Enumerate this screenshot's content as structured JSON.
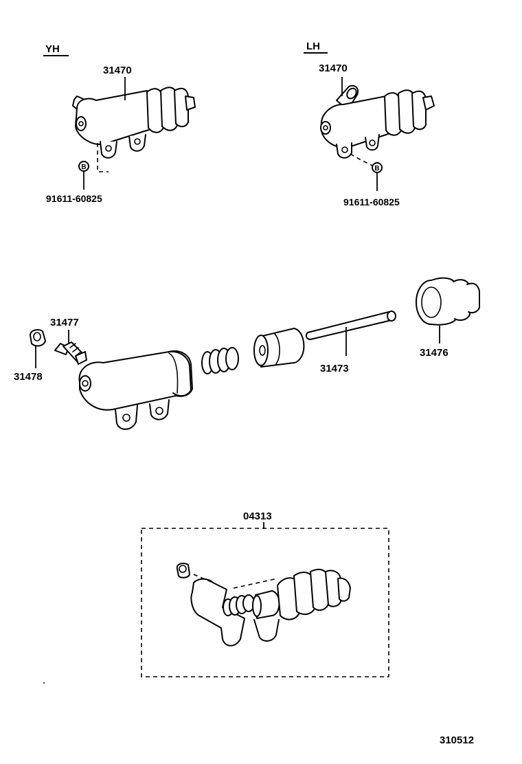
{
  "variants": {
    "left_label": "YH",
    "right_label": "LH"
  },
  "callouts": {
    "cylinder_yh": "31470",
    "cylinder_lh": "31470",
    "bolt_yh": "91611-60825",
    "bolt_lh": "91611-60825",
    "bolt_marker_yh": "B",
    "bolt_marker_lh": "B",
    "bleeder_plug": "31477",
    "bleeder_cap": "31478",
    "push_rod": "31473",
    "boot": "31476",
    "repair_kit": "04313"
  },
  "figure_number": "310512"
}
